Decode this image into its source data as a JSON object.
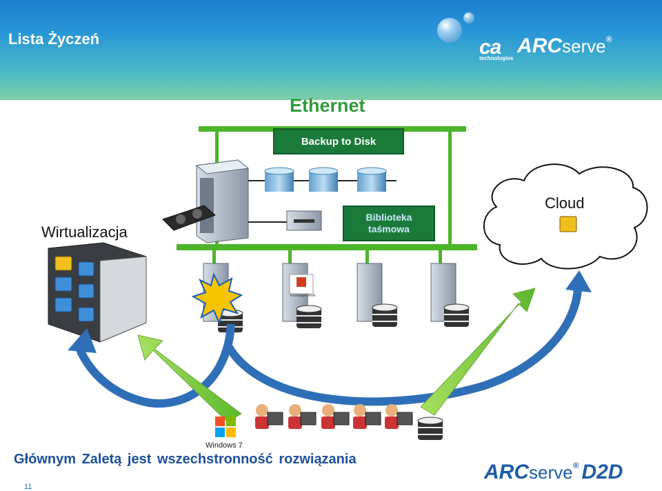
{
  "slide": {
    "title": "Lista Życzeń",
    "page_number": "11",
    "bottom_caption": "Głównym Zaletą  jest  wszechstronność rozwiązania"
  },
  "logos": {
    "ca": "ca",
    "ca_sub": "technologies",
    "arcserve_arc": "ARC",
    "arcserve_serve": "serve",
    "arcserve_reg": "®",
    "d2d": "D2D",
    "windows7": "Windows 7"
  },
  "diagram": {
    "ethernet_label": "Ethernet",
    "backup_to_disk": "Backup to Disk",
    "tape_library_line1": "Biblioteka",
    "tape_library_line2": "taśmowa",
    "virtualization": "Wirtualizacja",
    "cloud": "Cloud",
    "exchange_label": "ExchangeServer"
  },
  "colors": {
    "header_top": "#1d7fd0",
    "header_bottom": "#7ccfa6",
    "green_bus": "#4cb52a",
    "green_box": "#1a7a3a",
    "blue_arrow": "#2f6fb8",
    "caption": "#1c4f9a"
  }
}
